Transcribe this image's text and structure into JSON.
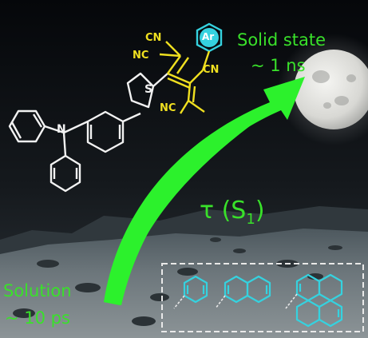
{
  "labels": {
    "solid_state": "Solid state",
    "solid_state_time": "~ 1 ns",
    "solution": "Solution",
    "solution_time": "~ 10 ps",
    "tau": "τ (S",
    "tau_sub": "1",
    "tau_close": ")"
  },
  "molecule": {
    "ar": "Ar",
    "cn_1": "CN",
    "nc_1": "NC",
    "cn_2": "CN",
    "nc_2": "NC",
    "sulfur": "S",
    "nitrogen": "N"
  },
  "colors": {
    "label_green": "#39e12a",
    "arrow_green": "#2cf12c",
    "acceptor_yellow": "#f0e020",
    "aryl_cyan": "#35d2df",
    "bond_white": "#f2f2f2"
  }
}
